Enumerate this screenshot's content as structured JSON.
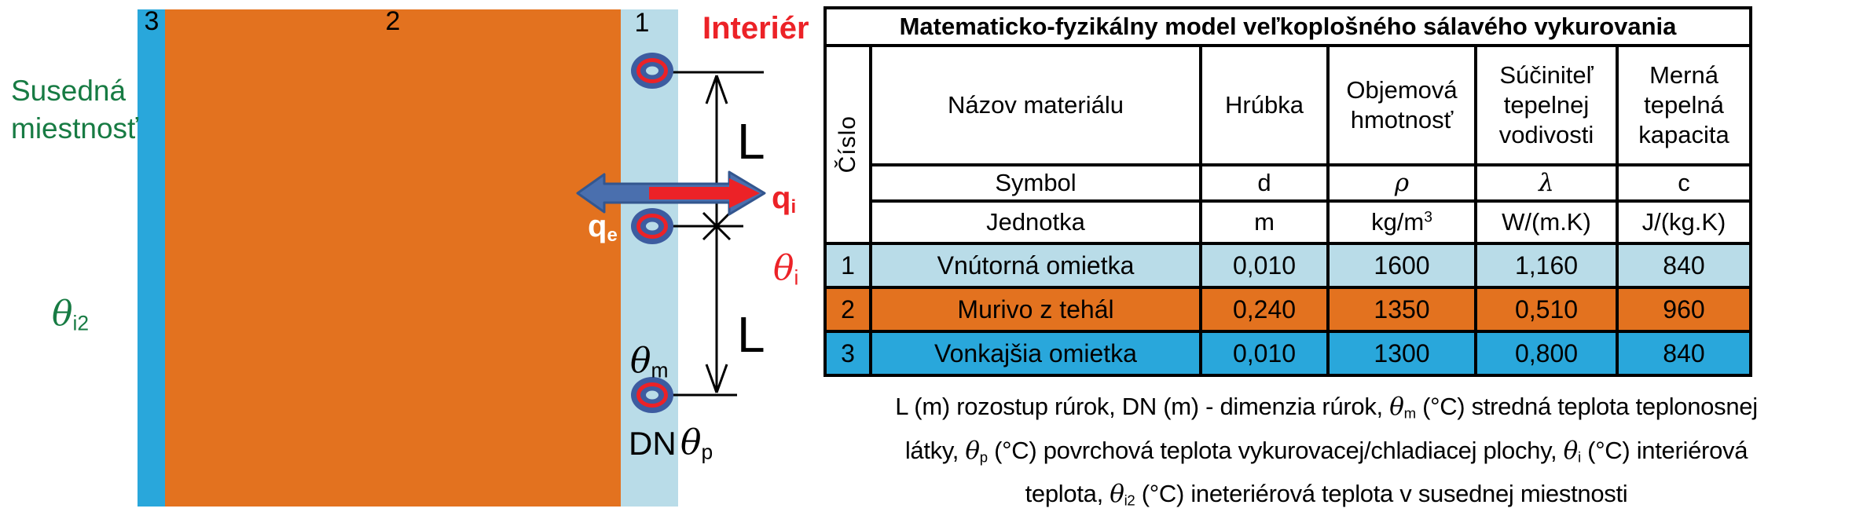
{
  "diagram": {
    "labels": {
      "layer3": "3",
      "layer2": "2",
      "layer1": "1",
      "interior": "Interiér",
      "neighbor_line1": "Susedná",
      "neighbor_line2": "miestnosť",
      "theta_i2": {
        "sym": "θ",
        "sub": "i2"
      },
      "L_top": "L",
      "L_bottom": "L",
      "q_i": {
        "sym": "q",
        "sub": "i"
      },
      "q_e": {
        "sym": "q",
        "sub": "e"
      },
      "theta_i": {
        "sym": "θ",
        "sub": "i"
      },
      "theta_m": {
        "sym": "θ",
        "sub": "m"
      },
      "theta_p": {
        "sym": "θ",
        "sub": "p"
      },
      "dn": "DN"
    },
    "colors": {
      "outer_plaster_blue": "#29A7DB",
      "brick_orange": "#E3721F",
      "inner_plaster_blue": "#B9DCE8",
      "pipe_dark_blue": "#3D5CA0",
      "pipe_ring_red": "#EC2227",
      "pipe_center_light": "#B9DCE8",
      "arrow_blue_fill": "#4A6FAE",
      "arrow_blue_border": "#33568F",
      "arrow_red_fill": "#EC2227",
      "arrow_red_edge": "#CFE5F0",
      "text_red": "#EC2227",
      "text_green": "#177B43",
      "dimension_black": "#000000"
    }
  },
  "table": {
    "title": "Matematicko-fyzikálny model veľkoplošného sálavého vykurovania",
    "col_headers": {
      "cislo": "Číslo",
      "nazov": "Názov materiálu",
      "hrubka": "Hrúbka",
      "objemova": "Objemová hmotnosť",
      "sucinitel": "Súčiniteľ tepelnej vodivosti",
      "merna": "Merná tepelná kapacita"
    },
    "symbol_row": {
      "label": "Symbol",
      "d": "d",
      "rho": "ρ",
      "lambda": "λ",
      "c": "c"
    },
    "unit_row": {
      "label": "Jednotka",
      "m": "m",
      "kg_base": "kg/m",
      "kg_sup": "3",
      "w": "W/(m.K)",
      "j": "J/(kg.K)"
    },
    "rows": [
      {
        "num": "1",
        "name": "Vnútorná omietka",
        "d": "0,010",
        "rho": "1600",
        "lambda": "1,160",
        "c": "840",
        "color": "#B9DCE8"
      },
      {
        "num": "2",
        "name": "Murivo z tehál",
        "d": "0,240",
        "rho": "1350",
        "lambda": "0,510",
        "c": "960",
        "color": "#E3721F"
      },
      {
        "num": "3",
        "name": "Vonkajšia omietka",
        "d": "0,010",
        "rho": "1300",
        "lambda": "0,800",
        "c": "840",
        "color": "#29A7DB"
      }
    ]
  },
  "caption": {
    "line1": [
      "L (m) rozostup rúrok, DN (m) - dimenzia rúrok, ",
      "θ",
      "m",
      " (°C) stredná teplota teplonosnej"
    ],
    "line2": [
      "látky, ",
      "θ",
      "p",
      " (°C) povrchová teplota vykurovacej/chladiacej plochy, ",
      "θ",
      "i",
      " (°C) interiérová"
    ],
    "line3": [
      "teplota, ",
      "θ",
      "i2",
      " (°C) ineteriérová teplota v susednej miestnosti"
    ]
  }
}
